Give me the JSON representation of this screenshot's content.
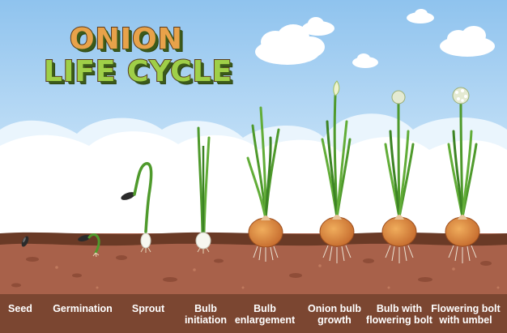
{
  "title": {
    "line1": "ONION",
    "line2": "LIFE CYCLE"
  },
  "colors": {
    "sky_top": "#8ec4f0",
    "sky_bottom": "#dff0fc",
    "cloud": "#ffffff",
    "soil": "#a8614a",
    "soil_top": "#6a3a26",
    "label_band": "#7b4631",
    "stem": "#4f9a2c",
    "bulb": "#d9843a"
  },
  "stages": [
    {
      "id": "seed",
      "label": "Seed"
    },
    {
      "id": "germination",
      "label": "Germination"
    },
    {
      "id": "sprout",
      "label": "Sprout"
    },
    {
      "id": "bulb-initiation",
      "label": "Bulb\ninitiation"
    },
    {
      "id": "bulb-enlargement",
      "label": "Bulb\nenlargement"
    },
    {
      "id": "onion-bulb-growth",
      "label": "Onion bulb\ngrowth"
    },
    {
      "id": "bulb-flowering-bolt",
      "label": "Bulb with\nflowering bolt"
    },
    {
      "id": "flowering-bolt-umbel",
      "label": "Flowering bolt\nwith umbel"
    }
  ]
}
